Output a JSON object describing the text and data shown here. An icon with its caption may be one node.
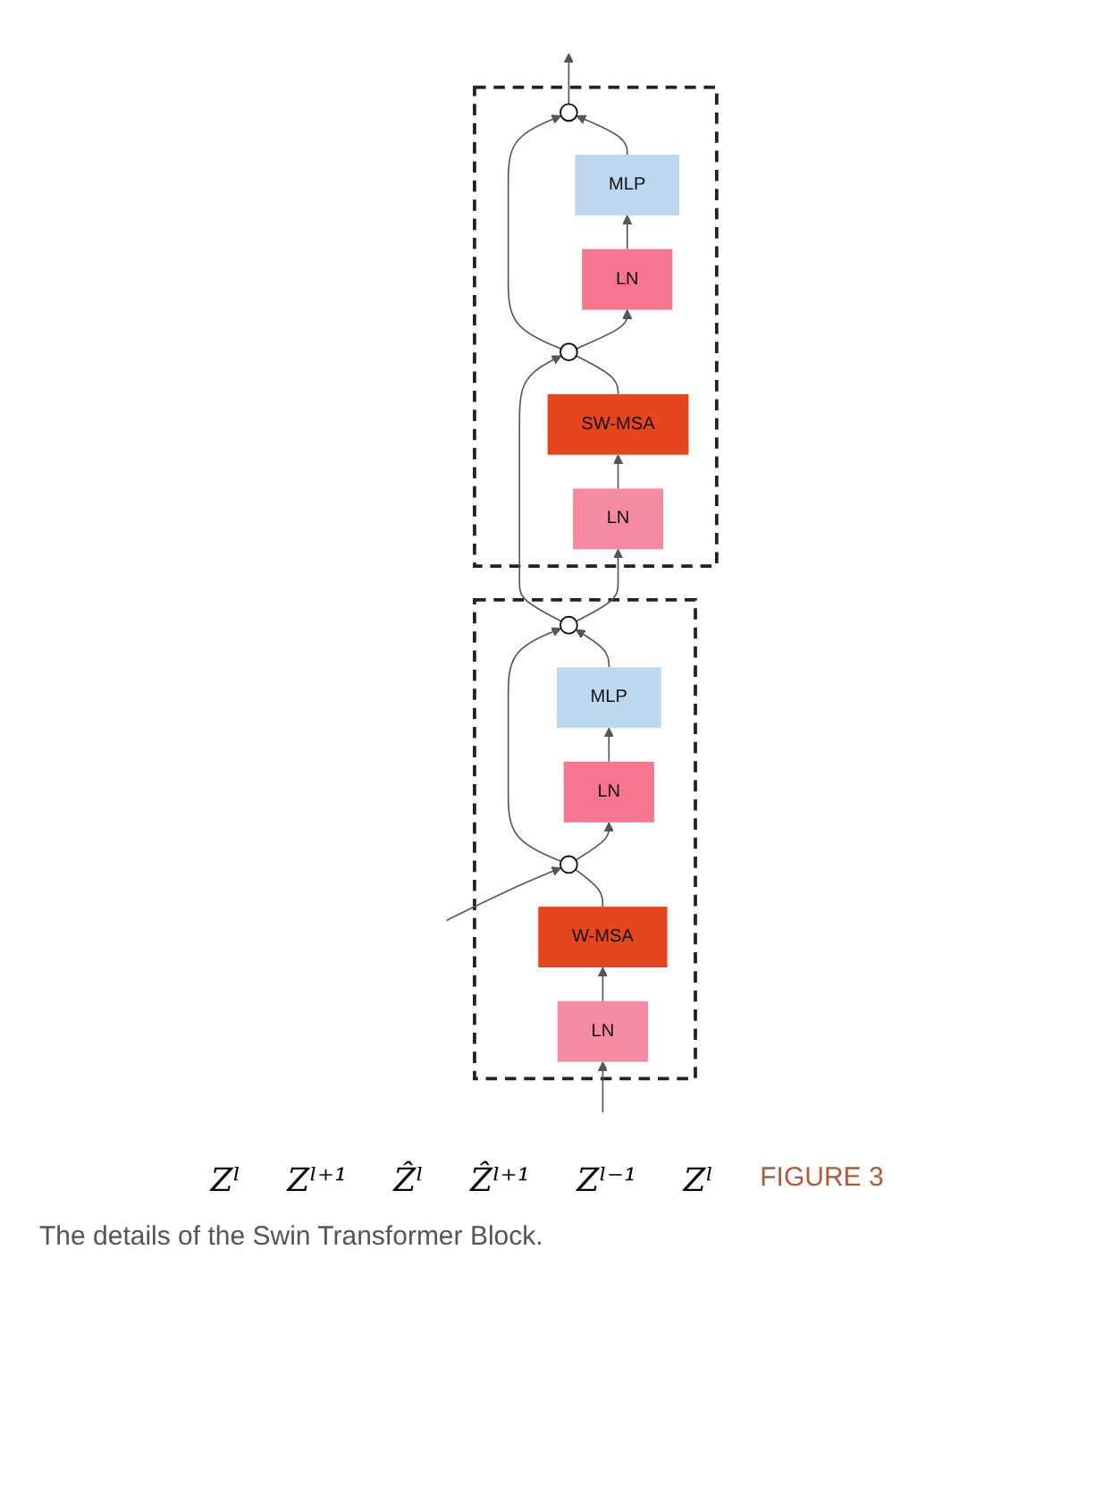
{
  "diagram": {
    "caption": "The details of the Swin Transformer Block.",
    "nodes": [
      {
        "text": [],
        "shape": "box"
      },
      {
        "text": [],
        "shape": "box"
      },
      {
        "text": [],
        "shape": "circle",
        "in": 0
      },
      {
        "text": [
          "MLP"
        ],
        "in": 0
      },
      {
        "text": [
          "LN"
        ],
        "in": 0
      },
      {
        "text": [],
        "shape": "circle",
        "in": 0
      },
      {
        "text": [
          "W-MSA"
        ],
        "in": 0
      },
      {
        "text": [
          "LN"
        ],
        "in": 0
      },
      {
        "text": [],
        "shape": "circle",
        "in": 1
      },
      {
        "text": [
          "MLP"
        ],
        "in": 1
      },
      {
        "text": [
          "LN"
        ],
        "in": 1
      },
      {
        "text": [],
        "shape": "circle",
        "in": 1
      },
      {
        "text": [
          "SW-MSA"
        ],
        "in": 1
      },
      {
        "text": [
          "LN"
        ],
        "in": 1
      }
    ],
    "edges": [
      {
        "from": null,
        "to": 7,
        "arrow": "to"
      },
      {
        "from": null,
        "to": 5,
        "arrow": "to"
      },
      {
        "from": 7,
        "to": 6,
        "arrow": "to"
      },
      {
        "from": 6,
        "to": 5,
        "arrow": "none"
      },
      {
        "from": 5,
        "to": 4,
        "arrow": "to"
      },
      {
        "from": 5,
        "to": 2,
        "arrow": "to"
      },
      {
        "from": 4,
        "to": 3,
        "arrow": "to"
      },
      {
        "from": 3,
        "to": 2,
        "arrow": "to"
      },
      {
        "from": 2,
        "to": 13,
        "arrow": "to"
      },
      {
        "from": 2,
        "to": 11,
        "arrow": "to"
      },
      {
        "from": 13,
        "to": 12,
        "arrow": "to"
      },
      {
        "from": 12,
        "to": 11,
        "arrow": "none"
      },
      {
        "from": 11,
        "to": 10,
        "arrow": "to"
      },
      {
        "from": 11,
        "to": 8,
        "arrow": "to"
      },
      {
        "from": 10,
        "to": 9,
        "arrow": "to"
      },
      {
        "from": 9,
        "to": 8,
        "arrow": "to"
      },
      {
        "from": 8,
        "to": null,
        "arrow": "to"
      }
    ],
    "labels": [
      "Zˡ",
      "Zˡ⁺¹",
      "Ẑˡ",
      "Ẑˡ⁺¹",
      "Zˡ⁻¹",
      "Zˡ",
      "FIGURE 3"
    ]
  }
}
